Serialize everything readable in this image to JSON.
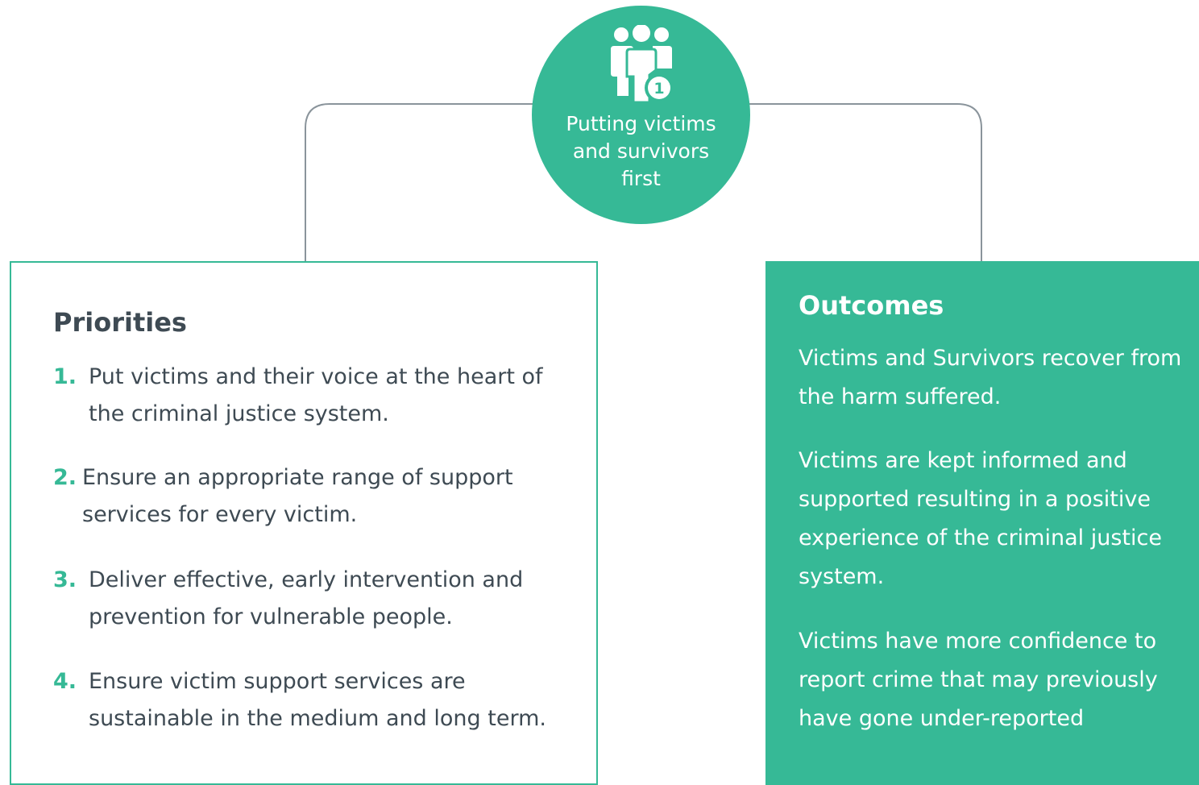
{
  "hub": {
    "title": "Putting victims and survivors first",
    "icon": "people-group-number-one-icon",
    "badge": "1"
  },
  "priorities": {
    "heading": "Priorities",
    "items": [
      {
        "number": "1.",
        "text": "Put victims and their voice at the heart of the criminal justice system."
      },
      {
        "number": "2.",
        "text": "Ensure an appropriate range of support services for every victim."
      },
      {
        "number": "3.",
        "text": "Deliver effective, early intervention and prevention for vulnerable people."
      },
      {
        "number": "4.",
        "text": "Ensure victim support services are sustainable in the medium and long term."
      }
    ]
  },
  "outcomes": {
    "heading": "Outcomes",
    "items": [
      "Victims and Survivors recover from the harm suffered.",
      "Victims are kept informed and supported resulting in a positive experience of the criminal justice system.",
      "Victims have more confidence to report crime that may previously have gone under-reported"
    ]
  },
  "colors": {
    "accent": "#36b996",
    "text": "#3e4a53",
    "connector": "#8a949b"
  }
}
